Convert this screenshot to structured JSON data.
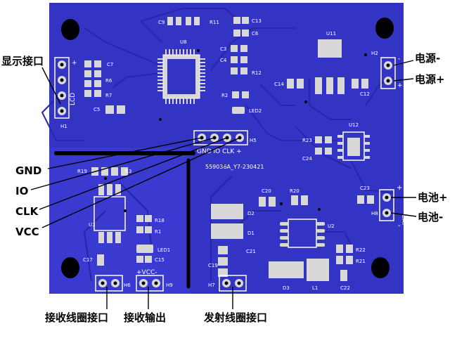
{
  "callouts": {
    "display_port": "显示接口",
    "power_minus": "电源-",
    "power_plus": "电源+",
    "battery_plus": "电池+",
    "battery_minus": "电池-",
    "gnd": "GND",
    "io": "IO",
    "clk": "CLK",
    "vcc": "VCC",
    "rx_coil_port": "接收线圈接口",
    "rx_output": "接收输出",
    "tx_coil_port": "发射线圈接口"
  },
  "silkscreen": {
    "u8": "U8",
    "u11": "U11",
    "u12": "U12",
    "u1": "U1",
    "u2": "U2",
    "c9": "C9",
    "r11": "R11",
    "c13": "C13",
    "c6": "C6",
    "c3": "C3",
    "c4": "C4",
    "r12": "R12",
    "r2": "R2",
    "led2": "LED2",
    "c7": "C7",
    "r6": "R6",
    "r7": "R7",
    "c5": "C5",
    "c14": "C14",
    "c12": "C12",
    "h2": "H2",
    "h1": "H1",
    "lcd": "LCD",
    "plus_h1": "+",
    "h5": "H5",
    "r23": "R23",
    "c24": "C24",
    "h5_pins": "GND IO CLK +",
    "board_id": "559036A_Y7-230421",
    "r19": "R19",
    "r3": "R3",
    "r18": "R18",
    "r1": "R1",
    "led1": "LED1",
    "c15": "C15",
    "c17": "C17",
    "vcc_label": "+VCC-",
    "h6": "H6",
    "h9": "H9",
    "c20": "C20",
    "r20": "R20",
    "d2": "D2",
    "d1": "D1",
    "c21": "C21",
    "c19": "C19",
    "h7": "H7",
    "d3": "D3",
    "l1": "L1",
    "c22": "C22",
    "r22": "R22",
    "r21": "R21",
    "c23": "C23",
    "h8": "H8",
    "bat": "BAT",
    "sign_plus": "+",
    "sign_minus": "-"
  },
  "colors": {
    "board": "#3434c4",
    "board_shade": "#3a3ad0",
    "copper": "#2626a8",
    "pad": "#d8d8d8",
    "silk": "#ffffff",
    "hole": "#000000"
  }
}
